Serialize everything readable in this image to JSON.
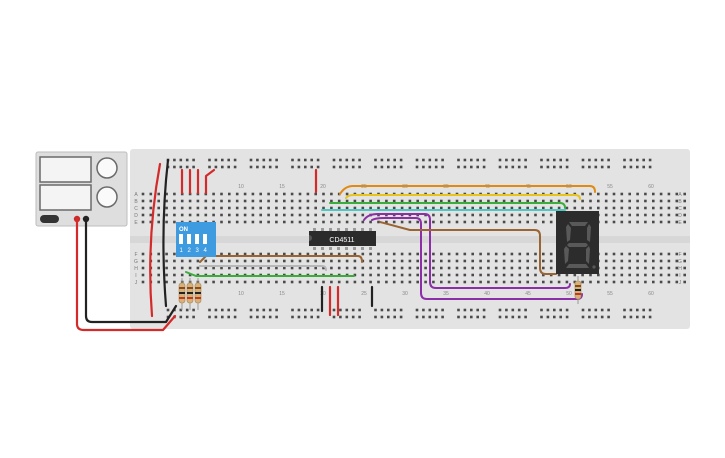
{
  "power_supply": {
    "label": "",
    "terminals": [
      "negative",
      "positive"
    ]
  },
  "breadboard": {
    "row_labels_left": [
      "A",
      "B",
      "C",
      "D",
      "E",
      "F",
      "G",
      "H",
      "I",
      "J"
    ],
    "row_labels_right": [
      "A",
      "B",
      "C",
      "D",
      "E",
      "F",
      "G",
      "H",
      "I",
      "J"
    ],
    "column_numbers_top": [
      "10",
      "15",
      "20",
      "25",
      "30",
      "35",
      "40",
      "45",
      "50",
      "55",
      "60"
    ],
    "column_numbers_bottom": [
      "10",
      "15",
      "20",
      "25",
      "30",
      "35",
      "40",
      "45",
      "50",
      "55",
      "60"
    ]
  },
  "dip_switch": {
    "on_label": "ON",
    "numbers": [
      "1",
      "2",
      "3",
      "4"
    ]
  },
  "ic_chip": {
    "label": "CD4511"
  },
  "seven_segment": {
    "digit": "8"
  },
  "colors": {
    "board": "#e3e3e3",
    "hole": "#4a4a4a",
    "red_wire": "#d42a2a",
    "black_wire": "#222222",
    "orange_wire": "#e08a12",
    "yellow_wire": "#e6c41c",
    "green_wire": "#3aad3a",
    "cyan_wire": "#4fc7c2",
    "purple_wire": "#8c2ea8",
    "brown_wire": "#9a6433",
    "dip_blue": "#3f9be0",
    "display_body": "#2c2c2c"
  }
}
